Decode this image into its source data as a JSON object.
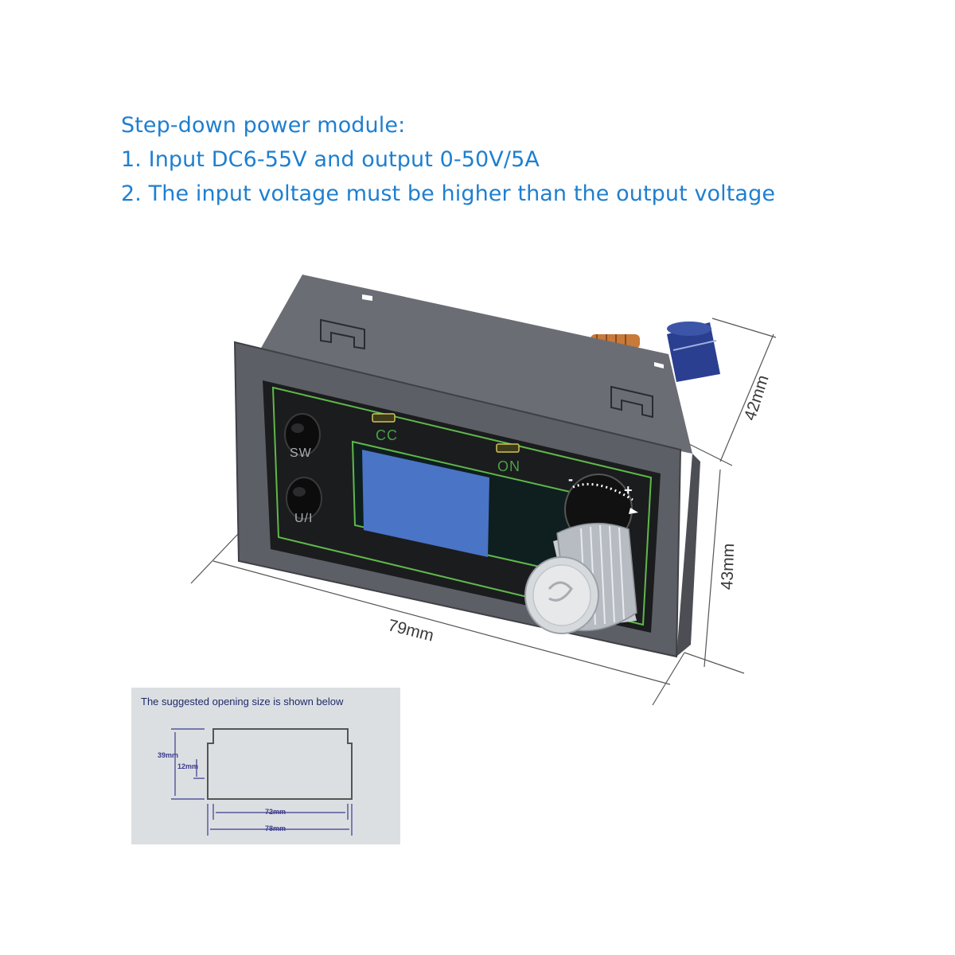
{
  "heading": {
    "line1": "Step-down power module:",
    "line2": "1. Input DC6-55V and output 0-50V/5A",
    "line3": "2. The input voltage must be higher than the output voltage"
  },
  "device": {
    "buttons": [
      {
        "label": "SW"
      },
      {
        "label": "U/I"
      }
    ],
    "indicators": [
      {
        "label": "CC"
      },
      {
        "label": "ON"
      }
    ],
    "knob_minus": "-",
    "knob_plus": "+"
  },
  "dimensions": {
    "width": "79mm",
    "height_top": "42mm",
    "height_bottom": "43mm"
  },
  "opening": {
    "caption": "The suggested opening size is shown below",
    "height_outer": "39mm",
    "height_inner": "12mm",
    "width_inner": "72mm",
    "width_outer": "78mm"
  },
  "colors": {
    "heading": "#1e7fd0",
    "housing": "#5d5f66",
    "panel": "#1b1c1e",
    "lcd": "#4a74c6",
    "green_frame": "#5fb84a",
    "capacitor": "#2a3f8f"
  }
}
